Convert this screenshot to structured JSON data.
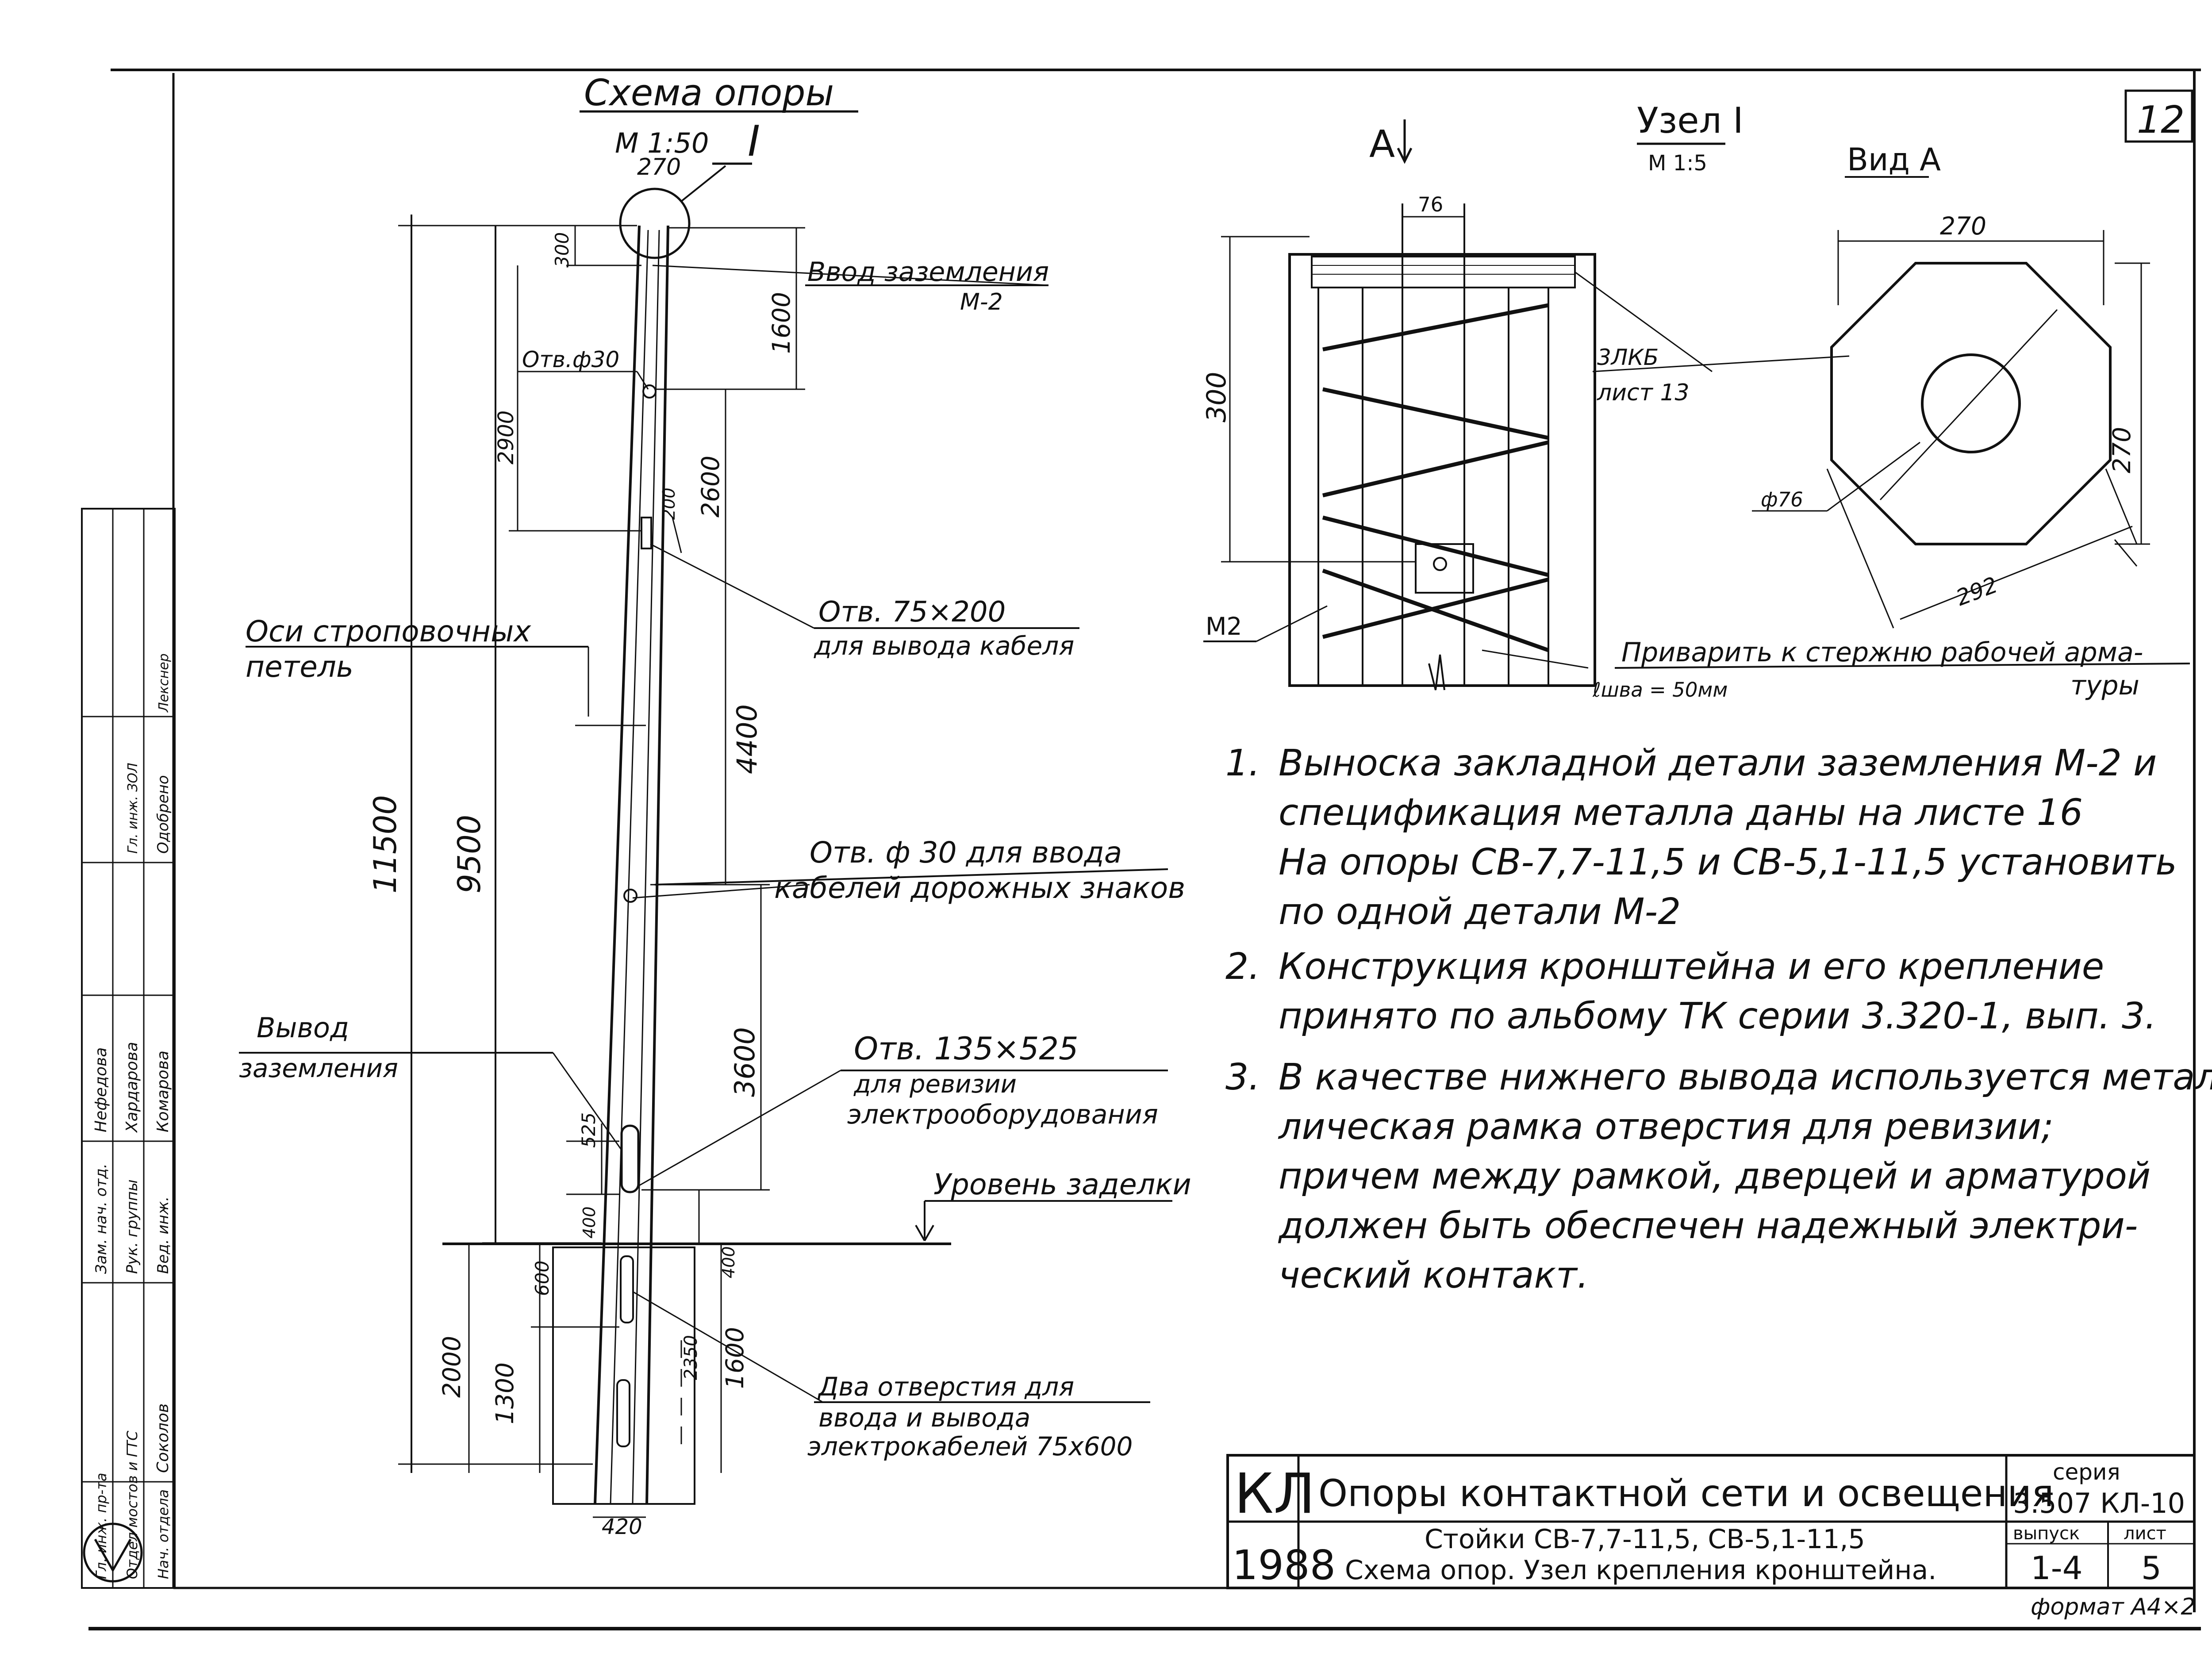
{
  "sheet_number": "12",
  "schema": {
    "title": "Схема опоры",
    "scale": "М 1:50",
    "node_mark": "I",
    "top_width": "270",
    "bottom_width": "420",
    "dims": {
      "total_height": "11500",
      "above_ground": "9500",
      "top_dim": "300",
      "upper_dim": "2900",
      "right_top": "1600",
      "right_mid": "2600",
      "slot_dim": "200",
      "right_low": "4400",
      "right_ground": "3600",
      "slot_525": "525",
      "slot_400": "400",
      "right_400": "400",
      "below_600": "600",
      "below_1300": "1300",
      "below_2000": "2000",
      "below_2350": "2350",
      "below_1600": "1600"
    },
    "labels": {
      "ground_input": "Ввод заземления",
      "ground_input_sub": "М-2",
      "hole30": "Отв.ф30",
      "slot75": "Отв. 75×200",
      "slot75_sub": "для вывода кабеля",
      "sling_axes_1": "Оси строповочных",
      "sling_axes_2": "петель",
      "hole30_signs_1": "Отв. ф 30 для ввода",
      "hole30_signs_2": "кабелей дорожных знаков",
      "ground_out_1": "Вывод",
      "ground_out_2": "заземления",
      "revision_1": "Отв. 135×525",
      "revision_2": "для ревизии",
      "revision_3": "электрооборудования",
      "embed_level": "Уровень заделки",
      "two_holes_1": "Два отверстия для",
      "two_holes_2": "ввода и вывода",
      "two_holes_3": "электрокабелей 75х600"
    }
  },
  "node": {
    "title": "Узел I",
    "scale": "М 1:5",
    "section": "А",
    "dim_76": "76",
    "dim_300": "300",
    "mark_3lkb": "3ЛКБ",
    "sheet_ref": "лист 13",
    "m2": "М2",
    "weld_1": "Приварить к стержню рабочей арма-",
    "weld_2": "туры",
    "weld_len": "ℓшва = 50мм"
  },
  "view": {
    "title": "Вид А",
    "dim_270_top": "270",
    "dim_270_side": "270",
    "dim_292": "292",
    "dia": "ф76"
  },
  "notes": [
    {
      "num": "1.",
      "lines": [
        "Выноска закладной детали заземления М-2 и",
        "спецификация металла даны на листе 16",
        "На опоры СВ-7,7-11,5 и СВ-5,1-11,5 установить",
        "по одной детали М-2"
      ]
    },
    {
      "num": "2.",
      "lines": [
        "Конструкция кронштейна и его крепление",
        "принято по альбому ТК серии 3.320-1, вып. 3."
      ]
    },
    {
      "num": "3.",
      "lines": [
        "В качестве нижнего вывода используется метал-",
        "лическая рамка отверстия для ревизии;",
        "причем между рамкой, дверцей и арматурой",
        "должен быть обеспечен надежный электри-",
        "ческий контакт."
      ]
    }
  ],
  "title_block": {
    "org": "КЛ",
    "year": "1988",
    "title": "Опоры контактной сети и освещения",
    "subtitle_1": "Стойки СВ-7,7-11,5, СВ-5,1-11,5",
    "subtitle_2": "Схема опор. Узел крепления кронштейна.",
    "series_label": "серия",
    "series": "3.507 КЛ-10",
    "issue_label": "выпуск",
    "issue": "1-4",
    "sheet_label": "лист",
    "sheet": "5",
    "format": "формат А4×2"
  },
  "side_stamp": {
    "rows": [
      {
        "role": "Зам. нач. отд.",
        "name": "Нефедова"
      },
      {
        "role": "Рук. группы",
        "name": "Хардарова"
      },
      {
        "role": "Вед. инж.",
        "name": "Комарова"
      },
      {
        "role": "Гл. инж. пр-та",
        "name": "Соколов"
      },
      {
        "role": "Отдел мостов и ГТС",
        "name": ""
      },
      {
        "role": "Нач. отдела",
        "name": ""
      }
    ],
    "approved": "Одобрено",
    "approved_by_1": "Гл. инж. ЗОЛ",
    "approved_by_2": "Лекснер"
  }
}
